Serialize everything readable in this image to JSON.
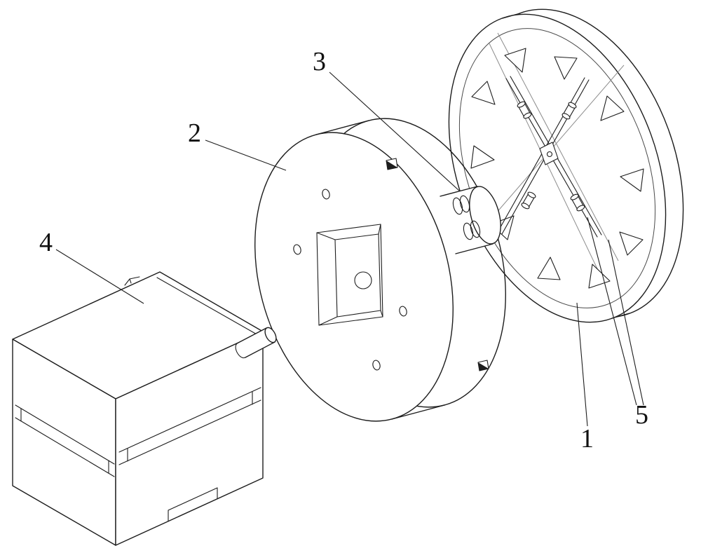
{
  "figure": {
    "background_color": "#ffffff",
    "line_color": "#1d1d1d",
    "thin_line_color": "#8c8c8c",
    "labels": [
      {
        "ref": "part-1",
        "text": "1"
      },
      {
        "ref": "part-2",
        "text": "2"
      },
      {
        "ref": "part-3",
        "text": "3"
      },
      {
        "ref": "part-4",
        "text": "4"
      },
      {
        "ref": "part-5",
        "text": "5"
      }
    ]
  }
}
